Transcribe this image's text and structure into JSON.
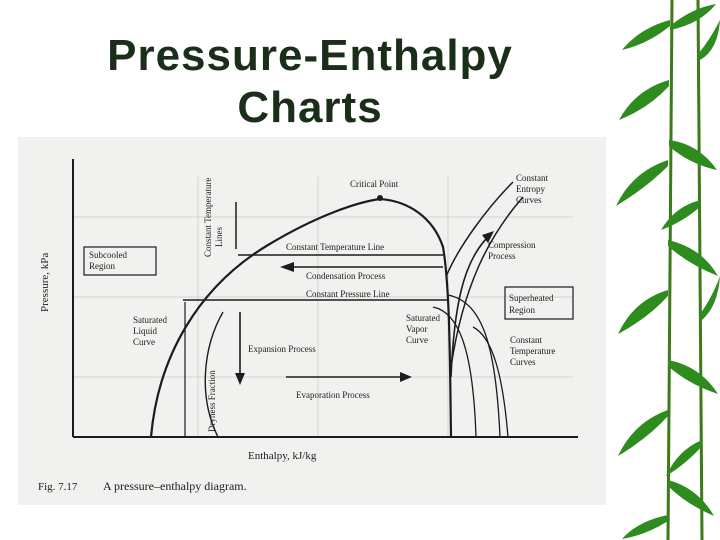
{
  "slide": {
    "title_line1": "Pressure-Enthalpy",
    "title_line2": "Charts"
  },
  "diagram": {
    "y_axis_label": "Pressure, kPa",
    "x_axis_label": "Enthalpy,  kJ/kg",
    "caption_number": "Fig. 7.17",
    "caption_text": "A pressure–enthalpy diagram.",
    "labels": {
      "critical_point": "Critical Point",
      "constant_temperature_lines": [
        "Constant Temperature",
        "Lines"
      ],
      "constant_entropy_curves": [
        "Constant",
        "Entropy",
        "Curves"
      ],
      "subcooled_region": [
        "Subcooled",
        "Region"
      ],
      "constant_temperature_line": "Constant Temperature Line",
      "compression_process": [
        "Compression",
        "Process"
      ],
      "condensation_process": "Condensation Process",
      "constant_pressure_line": "Constant Pressure Line",
      "superheated_region": [
        "Superheated",
        "Region"
      ],
      "saturated_liquid_curve": [
        "Saturated",
        "Liquid",
        "Curve"
      ],
      "saturated_vapor_curve": [
        "Saturated",
        "Vapor",
        "Curve"
      ],
      "expansion_process": "Expansion Process",
      "constant_temperature_curves": [
        "Constant",
        "Temperature",
        "Curves"
      ],
      "dryness_fraction": "Dryness Fraction",
      "evaporation_process": "Evaporation Process"
    }
  },
  "colors": {
    "title": "#1a2e1a",
    "figure_background": "#f1f1ef",
    "ink": "#1c1c1c",
    "bamboo_leaf": "#2e8b1e"
  }
}
